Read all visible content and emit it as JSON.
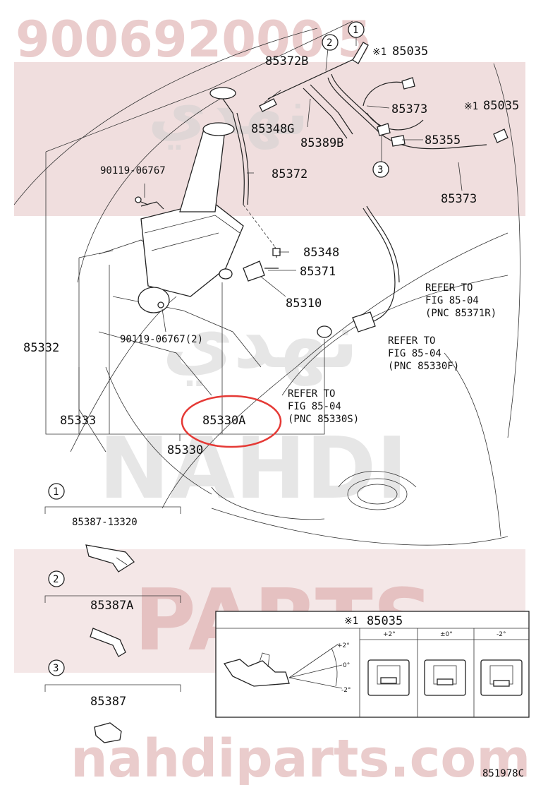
{
  "watermark": {
    "top_number": "900692000",
    "top_fragment": "5",
    "arabic_top": "نهدي",
    "arabic_mid": "نهدي",
    "brand_big": "NAHDI",
    "brand_parts": "PARTS",
    "site": "nahdiparts.com",
    "color": "#c85a5a"
  },
  "callouts": {
    "c1": "1",
    "c2": "2",
    "c3": "3"
  },
  "labels": {
    "p85372B": "85372B",
    "p85035a": "85035",
    "p85035b": "85035",
    "star_mark": "※1",
    "p85348G": "85348G",
    "p85373a": "85373",
    "p85389B": "85389B",
    "p85355": "85355",
    "p90119a": "90119-06767",
    "p85372": "85372",
    "p85373b": "85373",
    "p85348": "85348",
    "p85371": "85371",
    "p85310": "85310",
    "p90119b": "90119-06767(2)",
    "p85332": "85332",
    "p85333": "85333",
    "p85330A": "85330A",
    "p85330": "85330"
  },
  "refs": {
    "r1": [
      "REFER TO",
      "FIG 85-04",
      "(PNC 85371R)"
    ],
    "r2": [
      "REFER TO",
      "FIG 85-04",
      "(PNC 85330F)"
    ],
    "r3": [
      "REFER TO",
      "FIG 85-04",
      "(PNC 85330S)"
    ]
  },
  "detail_parts": {
    "d1": "85387-13320",
    "d2": "85387A",
    "d3": "85387"
  },
  "inset": {
    "title_mark": "※1",
    "title": "85035",
    "angle_plus": "+2°",
    "angle_zero": "0°",
    "angle_minus": "-2°",
    "col1": "+2°",
    "col2": "±0°",
    "col3": "-2°"
  },
  "figure_code": "851978C",
  "highlight_color": "#e53935"
}
